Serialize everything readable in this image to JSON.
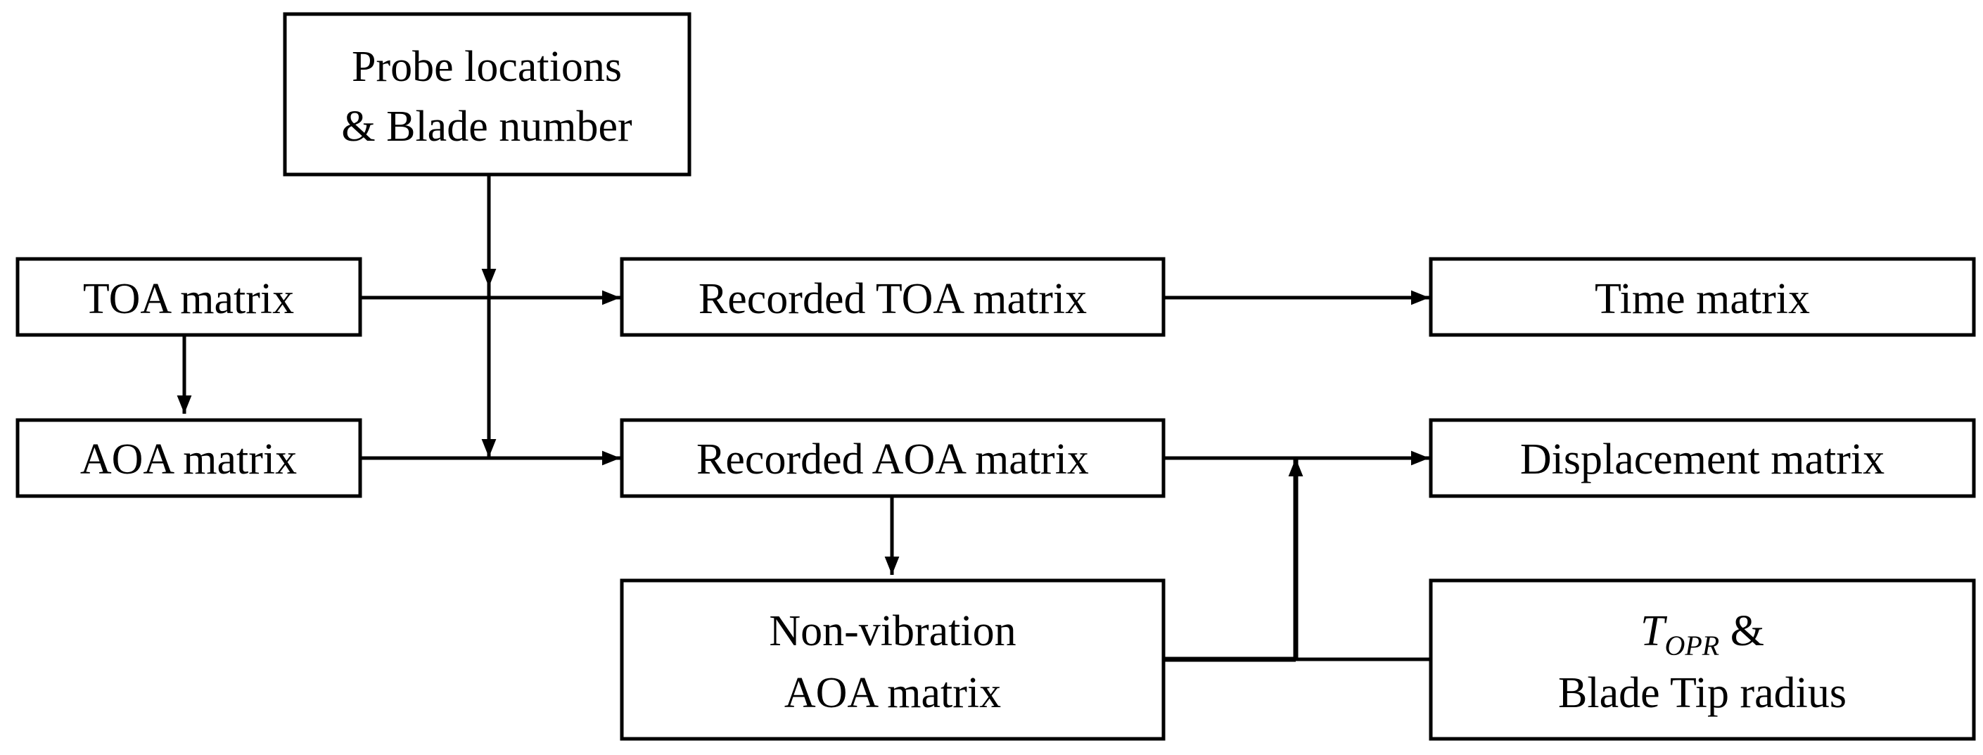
{
  "nodes": {
    "probe": {
      "line1": "Probe locations",
      "line2": "& Blade number"
    },
    "toa": {
      "label": "TOA matrix"
    },
    "aoa": {
      "label": "AOA matrix"
    },
    "recorded_toa": {
      "label": "Recorded TOA matrix"
    },
    "time": {
      "label": "Time matrix"
    },
    "recorded_aoa": {
      "label": "Recorded AOA matrix"
    },
    "displacement": {
      "label": "Displacement matrix"
    },
    "non_vibration": {
      "line1": "Non-vibration",
      "line2": "AOA matrix"
    },
    "topr": {
      "symbol": "T",
      "subscript": "OPR",
      "connector": " &",
      "line2": "Blade Tip radius"
    }
  },
  "colors": {
    "stroke": "#000000",
    "background": "#ffffff"
  }
}
